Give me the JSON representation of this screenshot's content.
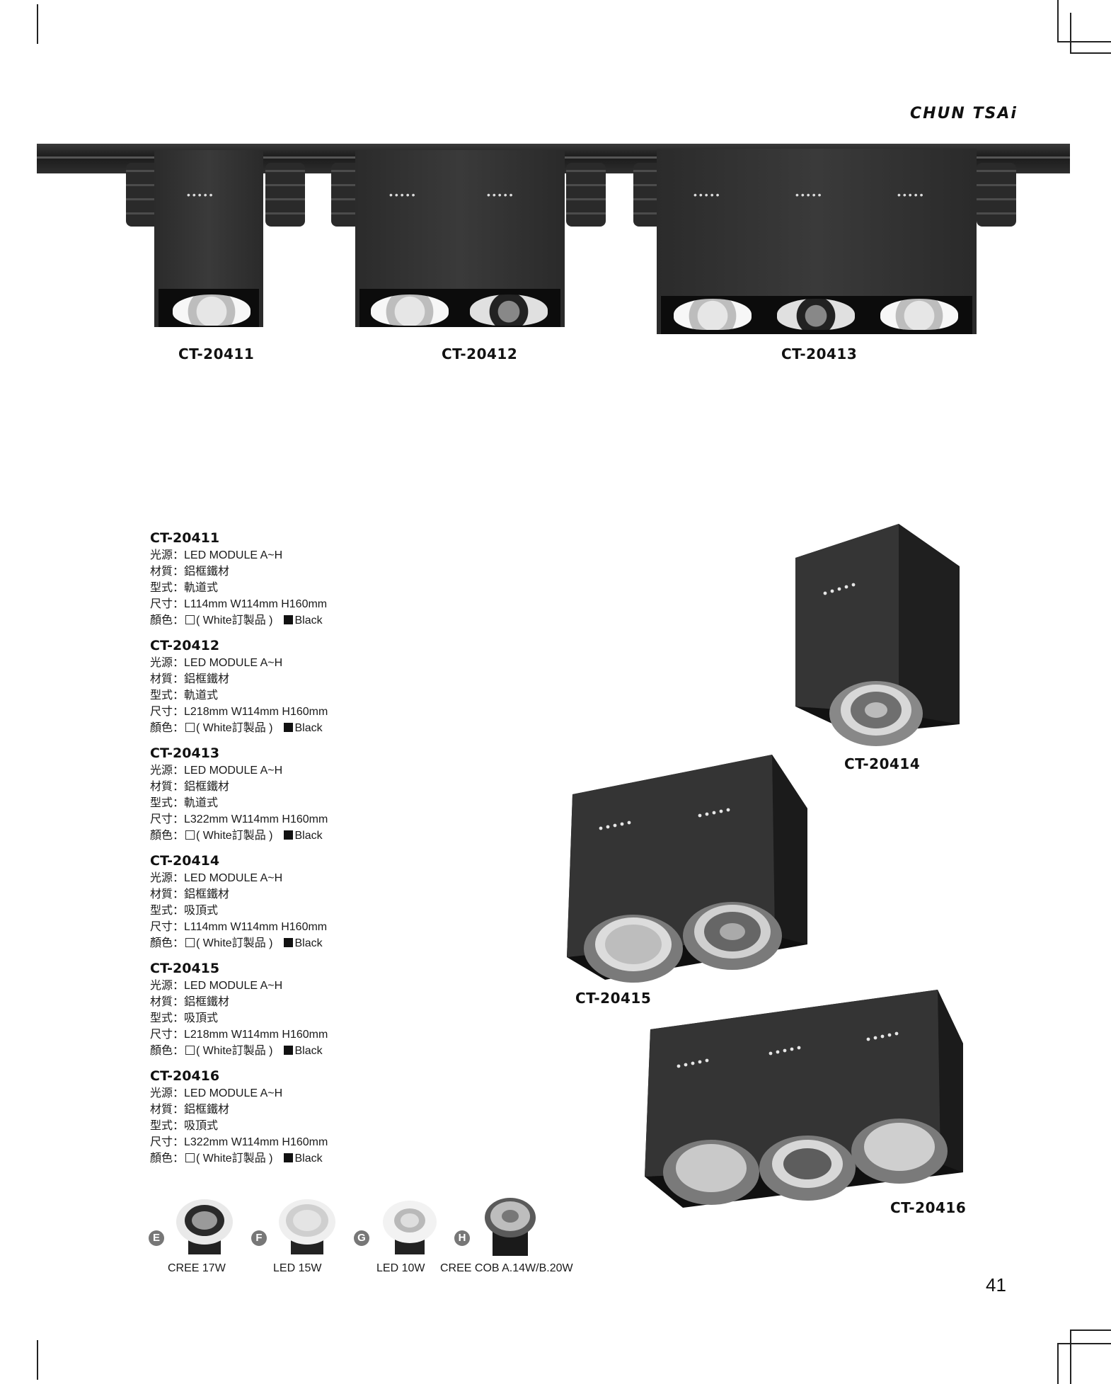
{
  "brand": "CHUN TSAi",
  "page_number": "41",
  "banner_labels": [
    "CT-20411",
    "CT-20412",
    "CT-20413"
  ],
  "photo_labels": {
    "ct20414": "CT-20414",
    "ct20415": "CT-20415",
    "ct20416": "CT-20416"
  },
  "specs": [
    {
      "model": "CT-20411",
      "source": "光源：LED MODULE A~H",
      "material": "材質：鋁框鐵材",
      "type": "型式：軌道式",
      "size": "尺寸：L114mm W114mm H160mm",
      "color_prefix": "顏色：",
      "color_white": "( White訂製品 )",
      "color_black": "Black"
    },
    {
      "model": "CT-20412",
      "source": "光源：LED MODULE A~H",
      "material": "材質：鋁框鐵材",
      "type": "型式：軌道式",
      "size": "尺寸：L218mm W114mm H160mm",
      "color_prefix": "顏色：",
      "color_white": "( White訂製品 )",
      "color_black": "Black"
    },
    {
      "model": "CT-20413",
      "source": "光源：LED MODULE A~H",
      "material": "材質：鋁框鐵材",
      "type": "型式：軌道式",
      "size": "尺寸：L322mm W114mm H160mm",
      "color_prefix": "顏色：",
      "color_white": "( White訂製品 )",
      "color_black": "Black"
    },
    {
      "model": "CT-20414",
      "source": "光源：LED MODULE A~H",
      "material": "材質：鋁框鐵材",
      "type": "型式：吸頂式",
      "size": "尺寸：L114mm W114mm H160mm",
      "color_prefix": "顏色：",
      "color_white": "( White訂製品 )",
      "color_black": "Black"
    },
    {
      "model": "CT-20415",
      "source": "光源：LED MODULE A~H",
      "material": "材質：鋁框鐵材",
      "type": "型式：吸頂式",
      "size": "尺寸：L218mm W114mm H160mm",
      "color_prefix": "顏色：",
      "color_white": "( White訂製品 )",
      "color_black": "Black"
    },
    {
      "model": "CT-20416",
      "source": "光源：LED MODULE A~H",
      "material": "材質：鋁框鐵材",
      "type": "型式：吸頂式",
      "size": "尺寸：L322mm W114mm H160mm",
      "color_prefix": "顏色：",
      "color_white": "( White訂製品 )",
      "color_black": "Black"
    }
  ],
  "modules": [
    {
      "letter": "E",
      "label": "CREE 17W"
    },
    {
      "letter": "F",
      "label": "LED 15W"
    },
    {
      "letter": "G",
      "label": "LED 10W"
    },
    {
      "letter": "H",
      "label": "CREE COB A.14W/B.20W"
    }
  ]
}
